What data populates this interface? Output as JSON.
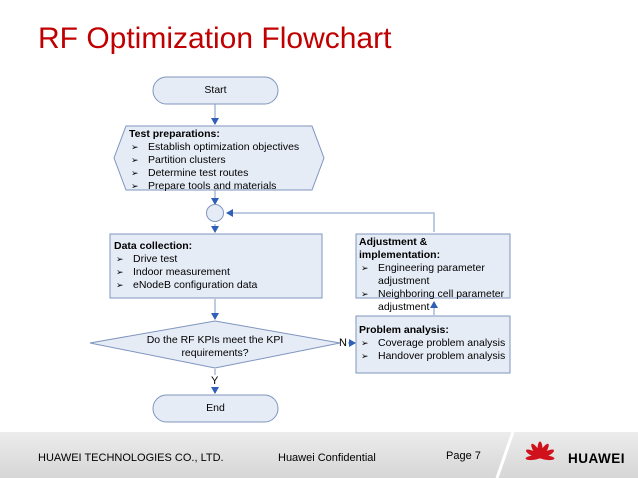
{
  "title": "RF Optimization Flowchart",
  "flow": {
    "start": "Start",
    "test_prep": {
      "heading": "Test preparations:",
      "items": [
        "Establish optimization objectives",
        "Partition clusters",
        "Determine test routes",
        "Prepare tools and materials"
      ]
    },
    "data_collection": {
      "heading": "Data collection:",
      "items": [
        "Drive test",
        "Indoor measurement",
        "eNodeB configuration data"
      ]
    },
    "decision": "Do the RF KPIs meet the KPI requirements?",
    "yes_label": "Y",
    "no_label": "N",
    "end": "End",
    "adjustment": {
      "heading": "Adjustment & implementation:",
      "items": [
        "Engineering parameter adjustment",
        "Neighboring cell parameter adjustment"
      ]
    },
    "problem_analysis": {
      "heading": "Problem analysis:",
      "items": [
        "Coverage problem analysis",
        "Handover problem analysis"
      ]
    }
  },
  "footer": {
    "company": "HUAWEI TECHNOLOGIES CO., LTD.",
    "confidential": "Huawei Confidential",
    "page": "Page 7",
    "brand": "HUAWEI"
  },
  "colors": {
    "title": "#c00000",
    "shape_fill": "#e6ecf6",
    "shape_stroke": "#7f95bf",
    "connector": "#a6bad8",
    "arrowhead": "#2f5fb6",
    "logo": "#d0111b"
  }
}
